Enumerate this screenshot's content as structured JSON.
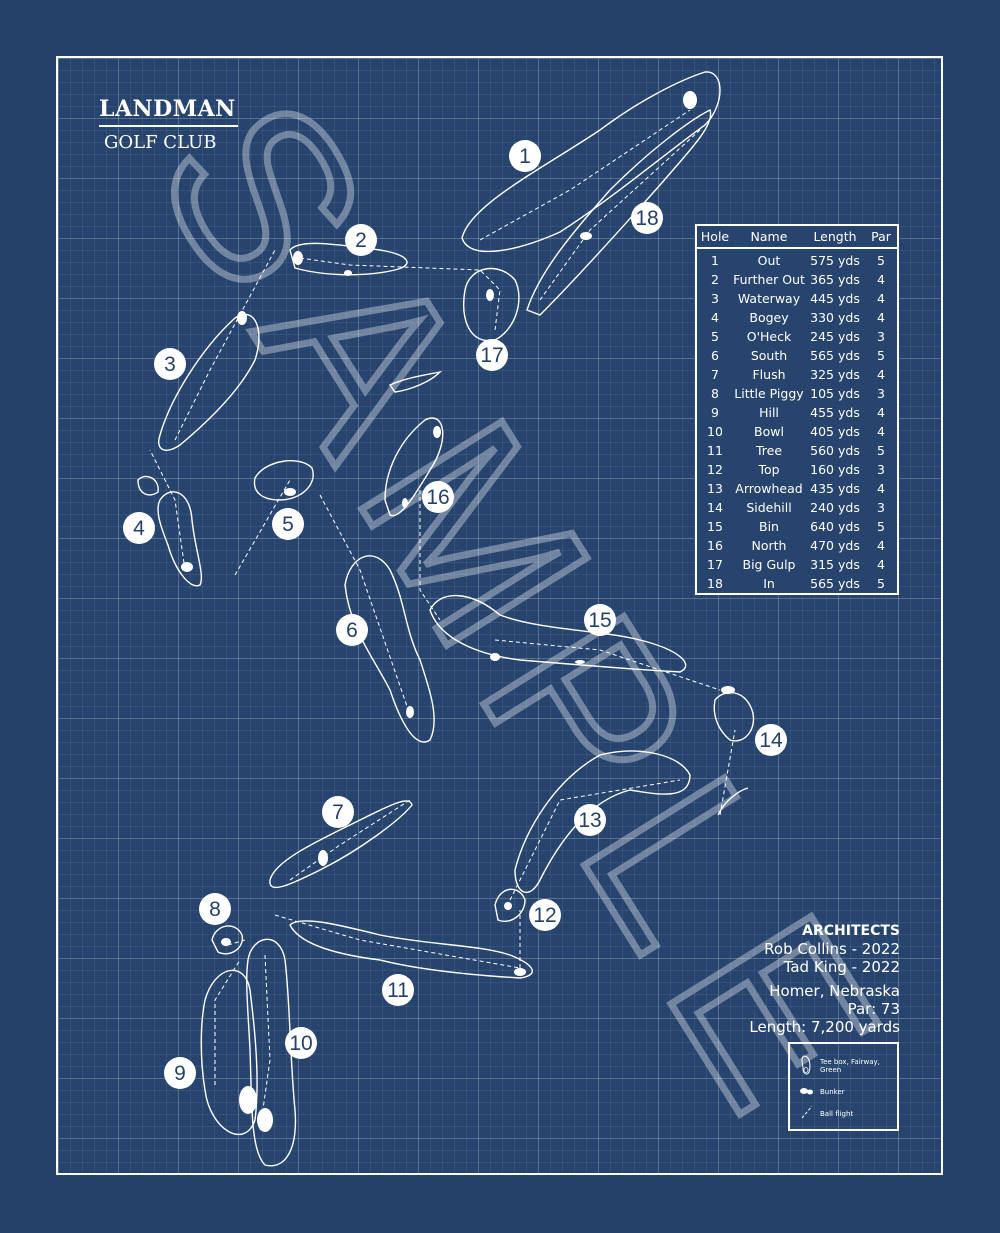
{
  "course": {
    "name": "LANDMAN",
    "subtitle": "GOLF CLUB"
  },
  "watermark": "SAMPLE",
  "scorecard": {
    "headers": [
      "Hole",
      "Name",
      "Length",
      "Par"
    ],
    "rows": [
      {
        "hole": "1",
        "name": "Out",
        "length": "575 yds",
        "par": "5"
      },
      {
        "hole": "2",
        "name": "Further Out",
        "length": "365 yds",
        "par": "4"
      },
      {
        "hole": "3",
        "name": "Waterway",
        "length": "445 yds",
        "par": "4"
      },
      {
        "hole": "4",
        "name": "Bogey",
        "length": "330 yds",
        "par": "4"
      },
      {
        "hole": "5",
        "name": "O'Heck",
        "length": "245 yds",
        "par": "3"
      },
      {
        "hole": "6",
        "name": "South",
        "length": "565 yds",
        "par": "5"
      },
      {
        "hole": "7",
        "name": "Flush",
        "length": "325 yds",
        "par": "4"
      },
      {
        "hole": "8",
        "name": "Little Piggy",
        "length": "105 yds",
        "par": "3"
      },
      {
        "hole": "9",
        "name": "Hill",
        "length": "455 yds",
        "par": "4"
      },
      {
        "hole": "10",
        "name": "Bowl",
        "length": "405 yds",
        "par": "4"
      },
      {
        "hole": "11",
        "name": "Tree",
        "length": "560 yds",
        "par": "5"
      },
      {
        "hole": "12",
        "name": "Top",
        "length": "160 yds",
        "par": "3"
      },
      {
        "hole": "13",
        "name": "Arrowhead",
        "length": "435 yds",
        "par": "4"
      },
      {
        "hole": "14",
        "name": "Sidehill",
        "length": "240 yds",
        "par": "3"
      },
      {
        "hole": "15",
        "name": "Bin",
        "length": "640 yds",
        "par": "5"
      },
      {
        "hole": "16",
        "name": "North",
        "length": "470 yds",
        "par": "4"
      },
      {
        "hole": "17",
        "name": "Big Gulp",
        "length": "315 yds",
        "par": "4"
      },
      {
        "hole": "18",
        "name": "In",
        "length": "565 yds",
        "par": "5"
      }
    ]
  },
  "info": {
    "heading": "ARCHITECTS",
    "architect_1": "Rob Collins  -  2022",
    "architect_2": "Tad King  -  2022",
    "location": "Homer, Nebraska",
    "par": "Par: 73",
    "length": "Length: 7,200 yards"
  },
  "legend": {
    "tee_fairway_green": "Tee box, Fairway, Green",
    "bunker": "Bunker",
    "ball_flight": "Ball flight"
  },
  "hole_labels": [
    "1",
    "2",
    "3",
    "4",
    "5",
    "6",
    "7",
    "8",
    "9",
    "10",
    "11",
    "12",
    "13",
    "14",
    "15",
    "16",
    "17",
    "18"
  ],
  "colors": {
    "background": "#25416a",
    "line": "#ffffff"
  }
}
